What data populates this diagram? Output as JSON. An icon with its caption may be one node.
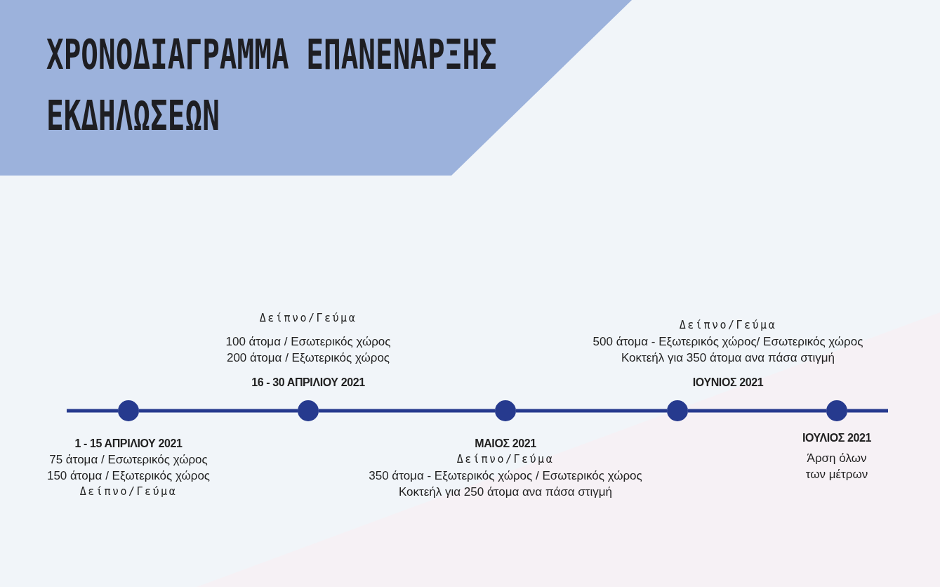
{
  "diagram": {
    "title": "ΧΡΟΝΟΔΙΑΓΡΑΜΜΑ ΕΠΑΝΕΝΑΡΞΗΣ ΕΚΔΗΛΩΣΕΩΝ",
    "nodes": [
      {
        "text": [],
        "shape": "circle",
        "beside": [
          "1 - 15 ΑΠΡΙΛΙΟΥ 2021",
          "75 άτομα / Εσωτερικός χώρος",
          "150 άτομα / Εξωτερικός χώρος",
          "Δείπνο/Γεύμα"
        ]
      },
      {
        "text": [],
        "shape": "circle",
        "beside": [
          "Δείπνο/Γεύμα",
          "100 άτομα / Εσωτερικός χώρος",
          "200 άτομα / Εξωτερικός χώρος",
          "16 - 30 ΑΠΡΙΛΙΟΥ 2021"
        ]
      },
      {
        "text": [],
        "shape": "circle",
        "beside": [
          "ΜΑΙΟΣ 2021",
          "Δείπνο/Γεύμα",
          "350 άτομα -  Εξωτερικός χώρος / Εσωτερικός χώρος",
          "Κοκτεήλ για 250 άτομα ανα πάσα στιγμή"
        ]
      },
      {
        "text": [],
        "shape": "circle",
        "beside": [
          "Δείπνο/Γεύμα",
          "500 άτομα - Εξωτερικός χώρος/ Εσωτερικός χώρος",
          "Κοκτεήλ για 350 άτομα ανα πάσα στιγμή",
          "ΙΟΥΝΙΟΣ 2021"
        ]
      },
      {
        "text": [],
        "shape": "circle",
        "beside": [
          "ΙΟΥΛΙΟΣ 2021",
          "Άρση όλων των μέτρων"
        ]
      }
    ],
    "edges": [
      {
        "from": 0,
        "to": 1,
        "arrow": "none"
      },
      {
        "from": 1,
        "to": 2,
        "arrow": "none"
      },
      {
        "from": 2,
        "to": 3,
        "arrow": "none"
      },
      {
        "from": 3,
        "to": 4,
        "arrow": "none"
      }
    ]
  }
}
